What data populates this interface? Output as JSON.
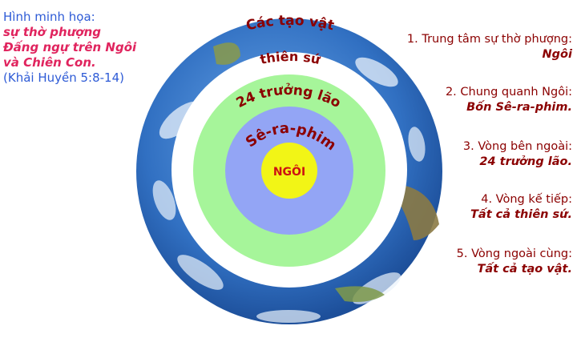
{
  "caption": {
    "line1": "Hình minh họa:",
    "line2": "sự thờ phượng",
    "line3": "Đấng ngự trên Ngôi",
    "line4": "và Chiên Con.",
    "line5": "(Khải Huyền 5:8-14)"
  },
  "rings": {
    "creatures": "Các tạo vật",
    "angels": "thiên sứ",
    "elders": "24 trưởng lão",
    "seraphim": "Sê-ra-phim",
    "throne": "NGÔI"
  },
  "legend": [
    {
      "label": "1. Trung tâm sự thờ phượng:",
      "value": "Ngôi"
    },
    {
      "label": "2. Chung quanh Ngôi:",
      "value": "Bốn Sê-ra-phim."
    },
    {
      "label": "3. Vòng bên ngoài:",
      "value": "24 trưởng lão."
    },
    {
      "label": "4. Vòng kế tiếp:",
      "value": "Tất cả thiên sứ."
    },
    {
      "label": "5. Vòng ngoài cùng:",
      "value": "Tất cả tạo vật."
    }
  ],
  "colors": {
    "earth_ocean": "#3a78c8",
    "angels_ring": "#ffffff",
    "elders_ring": "#a6f59a",
    "seraphim_ring": "#93a5f5",
    "throne": "#f2f516",
    "label_red": "#8b0000"
  }
}
